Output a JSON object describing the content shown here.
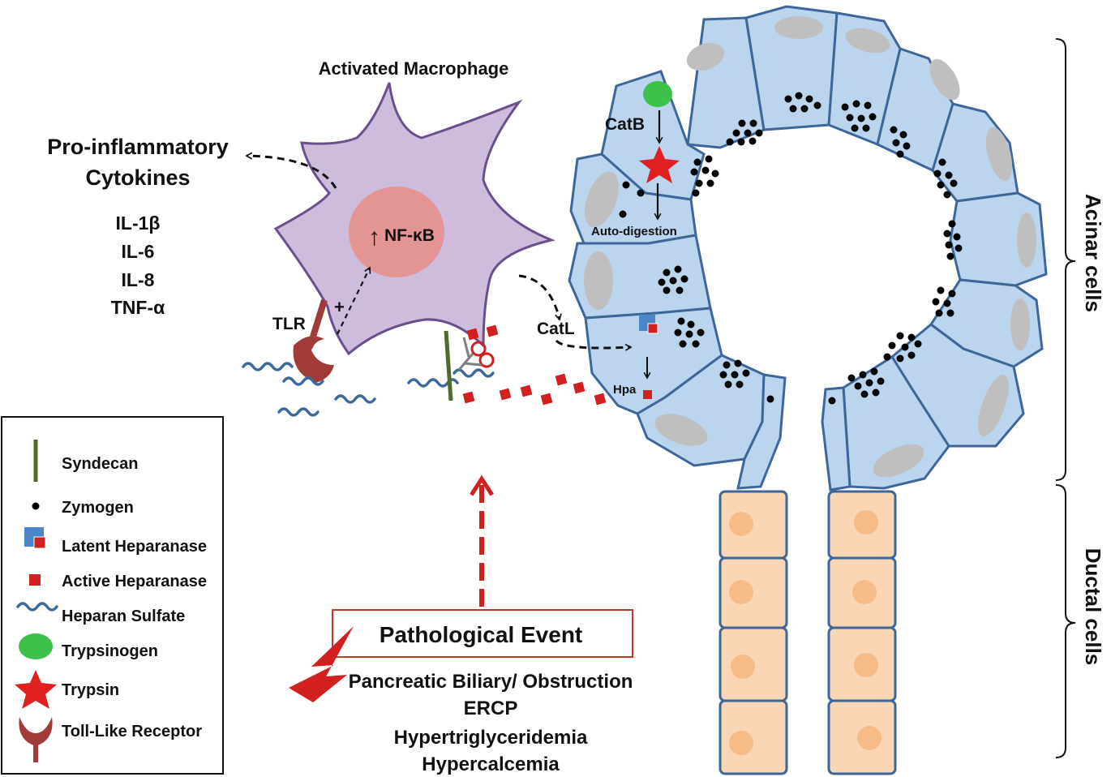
{
  "macrophage": {
    "title": "Activated Macrophage",
    "nfkb_label": "NF-κB",
    "nfkb_arrow": "↑",
    "tlr_label": "TLR",
    "plus_label": "+"
  },
  "cytokines": {
    "title_line1": "Pro-inflammatory",
    "title_line2": "Cytokines",
    "items": [
      "IL-1β",
      "IL-6",
      "IL-8",
      "TNF-α"
    ]
  },
  "acinus": {
    "catb_label": "CatB",
    "catl_label": "CatL",
    "autodigestion_label": "Auto-digestion",
    "hpa_label": "Hpa"
  },
  "regions": {
    "acinar_label": "Acinar cells",
    "ductal_label": "Ductal cells"
  },
  "event": {
    "title": "Pathological Event",
    "causes": [
      "Pancreatic Biliary/ Obstruction",
      "ERCP",
      "Hypertriglyceridemia",
      "Hypercalcemia"
    ]
  },
  "legend": {
    "items": [
      {
        "icon": "syndecan-icon",
        "label": "Syndecan"
      },
      {
        "icon": "zymogen-icon",
        "label": "Zymogen"
      },
      {
        "icon": "latent-heparanase-icon",
        "label": "Latent Heparanase"
      },
      {
        "icon": "active-heparanase-icon",
        "label": "Active Heparanase"
      },
      {
        "icon": "heparan-sulfate-icon",
        "label": "Heparan Sulfate"
      },
      {
        "icon": "trypsinogen-icon",
        "label": "Trypsinogen"
      },
      {
        "icon": "trypsin-icon",
        "label": "Trypsin"
      },
      {
        "icon": "toll-like-receptor-icon",
        "label": "Toll-Like Receptor"
      }
    ]
  },
  "colors": {
    "acinar_fill": "#bcd5ee",
    "acinar_stroke": "#3d6699",
    "nucleus_gray": "#bfbfbf",
    "duct_fill": "#fbd6b4",
    "duct_nucleus": "#f7bb88",
    "macrophage_fill": "#cdbcdb",
    "macrophage_stroke": "#6b4f8d",
    "nfkb_fill": "#e39593",
    "heparanase_red": "#d21f1f",
    "latent_blue": "#4a86c8",
    "trypsin_red": "#e02020",
    "trypsinogen_green": "#3cc24a",
    "syndecan_green": "#4e6b2a",
    "tlr_color": "#a33a3a",
    "hs_blue": "#3d6a9c"
  }
}
